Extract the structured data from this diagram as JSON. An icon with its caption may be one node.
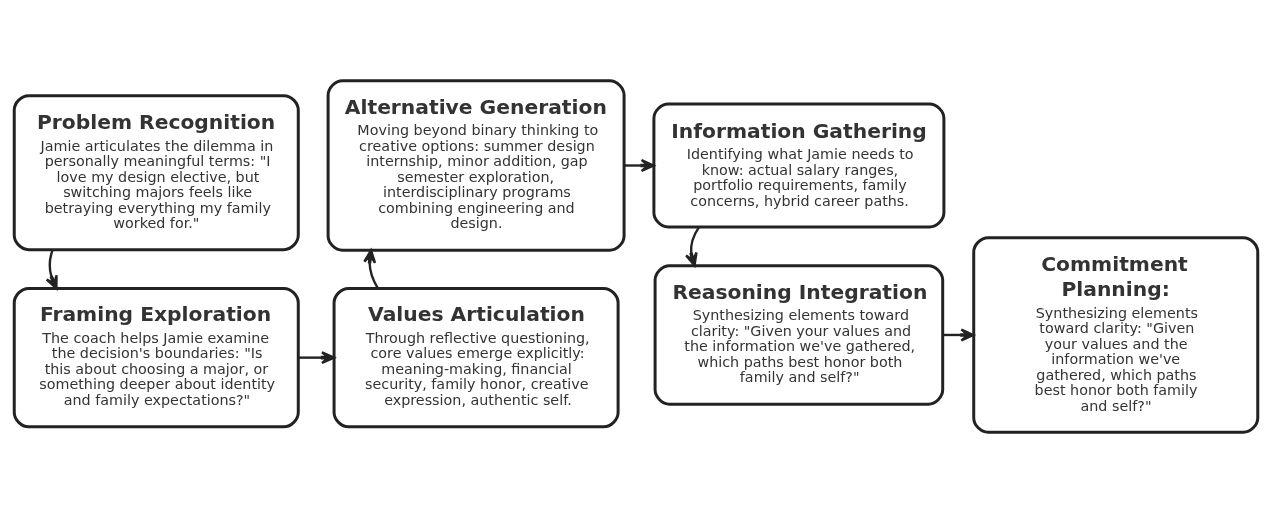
{
  "diagram": {
    "nodes": [
      {
        "text": [
          "Problem Recognition",
          "Jamie articulates the dilemma in personally meaningful terms: \"I love my design elective, but switching majors feels like betraying everything my family worked for.\""
        ]
      },
      {
        "text": [
          "Framing Exploration",
          "The coach helps Jamie examine the decision's boundaries: \"Is this about choosing a major, or something deeper about identity and family expectations?\""
        ]
      },
      {
        "text": [
          "Values Articulation",
          "Through reflective questioning, core values emerge explicitly: meaning-making, financial security, family honor, creative expression, authentic self."
        ]
      },
      {
        "text": [
          "Alternative Generation",
          "Moving beyond binary thinking to creative options: summer design internship, minor addition, gap semester exploration, interdisciplinary programs combining engineering and design."
        ]
      },
      {
        "text": [
          "Information Gathering",
          "Identifying what Jamie needs to know: actual salary ranges, portfolio requirements, family concerns, hybrid career paths."
        ]
      },
      {
        "text": [
          "Reasoning Integration",
          "Synthesizing elements toward clarity: \"Given your values and the information we've gathered, which paths best honor both family and self?\""
        ]
      },
      {
        "text": [
          "Commitment Planning:",
          "Synthesizing elements toward clarity: \"Given your values and the information we've gathered, which paths best honor both family and self?\""
        ]
      }
    ],
    "edges": [
      {
        "from": 0,
        "to": 1,
        "arrow": "to"
      },
      {
        "from": 1,
        "to": 2,
        "arrow": "to"
      },
      {
        "from": 2,
        "to": 3,
        "arrow": "to"
      },
      {
        "from": 3,
        "to": 4,
        "arrow": "to"
      },
      {
        "from": 4,
        "to": 5,
        "arrow": "to"
      },
      {
        "from": 5,
        "to": 6,
        "arrow": "to"
      }
    ]
  }
}
